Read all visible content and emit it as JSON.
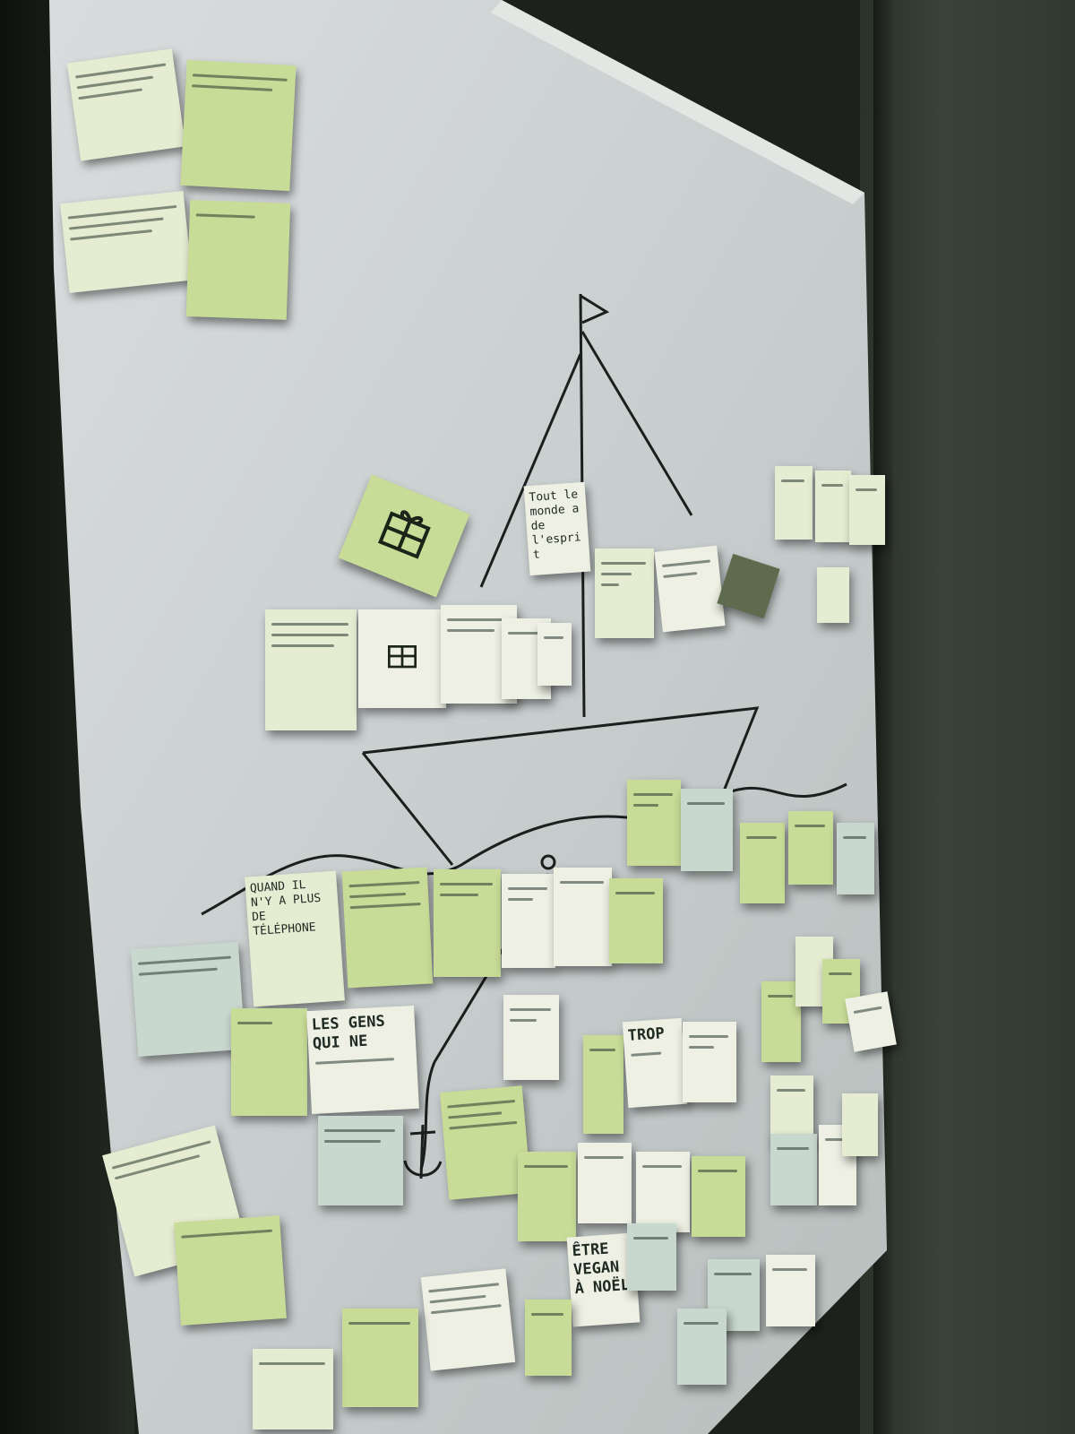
{
  "board": {
    "notes": [
      {
        "text": "Tout le monde a de l'esprit"
      },
      {
        "text": "QUAND IL N'Y A PLUS DE TÉLÉPHONE"
      },
      {
        "text": "LES GENS QUI NE"
      },
      {
        "text": "TROP"
      },
      {
        "text": "ÊTRE VEGAN À NOËL"
      }
    ],
    "icons": [
      "gift-icon",
      "anchor-icon",
      "sailboat-drawing"
    ]
  }
}
